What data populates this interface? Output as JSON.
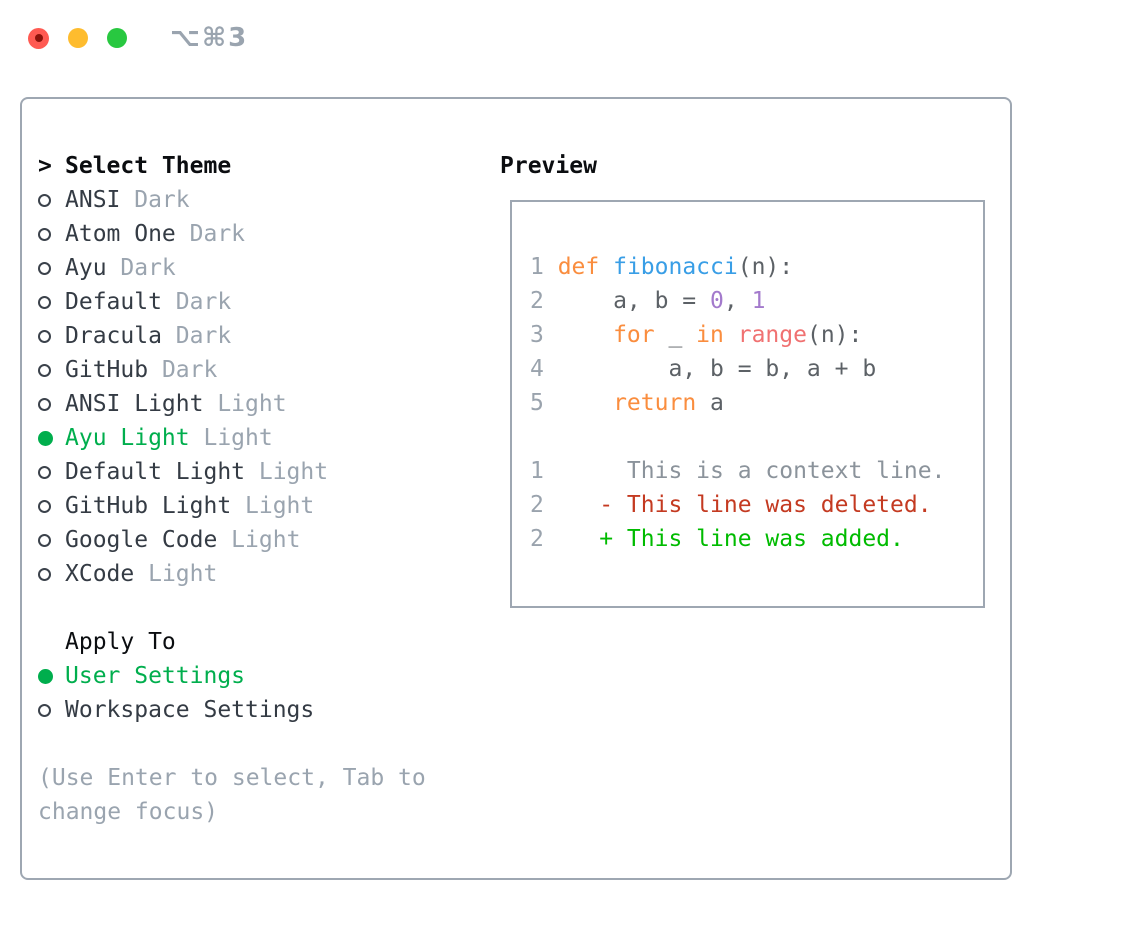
{
  "titlebar": {
    "shortcut": "⌥⌘3"
  },
  "theme_list": {
    "header_prefix": ">",
    "header": "Select Theme",
    "items": [
      {
        "name": "ANSI",
        "variant": "Dark",
        "selected": false
      },
      {
        "name": "Atom One",
        "variant": "Dark",
        "selected": false
      },
      {
        "name": "Ayu",
        "variant": "Dark",
        "selected": false
      },
      {
        "name": "Default",
        "variant": "Dark",
        "selected": false
      },
      {
        "name": "Dracula",
        "variant": "Dark",
        "selected": false
      },
      {
        "name": "GitHub",
        "variant": "Dark",
        "selected": false
      },
      {
        "name": "ANSI Light",
        "variant": "Light",
        "selected": false
      },
      {
        "name": "Ayu Light",
        "variant": "Light",
        "selected": true
      },
      {
        "name": "Default Light",
        "variant": "Light",
        "selected": false
      },
      {
        "name": "GitHub Light",
        "variant": "Light",
        "selected": false
      },
      {
        "name": "Google Code",
        "variant": "Light",
        "selected": false
      },
      {
        "name": "XCode",
        "variant": "Light",
        "selected": false
      }
    ]
  },
  "apply_to": {
    "header": "Apply To",
    "options": [
      {
        "label": "User Settings",
        "selected": true
      },
      {
        "label": "Workspace Settings",
        "selected": false
      }
    ]
  },
  "hint": {
    "line1": "(Use Enter to select, Tab to",
    "line2": "change focus)"
  },
  "preview": {
    "header": "Preview",
    "code_lines": [
      {
        "num": "1",
        "segments": [
          {
            "t": "def",
            "c": "kw"
          },
          {
            "t": " ",
            "c": "plain"
          },
          {
            "t": "fibonacci",
            "c": "fn"
          },
          {
            "t": "(n):",
            "c": "plain"
          }
        ]
      },
      {
        "num": "2",
        "segments": [
          {
            "t": "    a, b = ",
            "c": "plain"
          },
          {
            "t": "0",
            "c": "num"
          },
          {
            "t": ", ",
            "c": "plain"
          },
          {
            "t": "1",
            "c": "num"
          }
        ]
      },
      {
        "num": "3",
        "segments": [
          {
            "t": "    ",
            "c": "plain"
          },
          {
            "t": "for",
            "c": "kw"
          },
          {
            "t": " _ ",
            "c": "plain"
          },
          {
            "t": "in",
            "c": "kw"
          },
          {
            "t": " ",
            "c": "plain"
          },
          {
            "t": "range",
            "c": "call"
          },
          {
            "t": "(n):",
            "c": "plain"
          }
        ]
      },
      {
        "num": "4",
        "segments": [
          {
            "t": "        a, b = b, a + b",
            "c": "plain"
          }
        ]
      },
      {
        "num": "5",
        "segments": [
          {
            "t": "    ",
            "c": "plain"
          },
          {
            "t": "return",
            "c": "kw"
          },
          {
            "t": " a",
            "c": "plain"
          }
        ]
      },
      {
        "num": "",
        "segments": []
      },
      {
        "num": "1",
        "segments": [
          {
            "t": "     This is a context line.",
            "c": "ctx"
          }
        ]
      },
      {
        "num": "2",
        "segments": [
          {
            "t": "   - This line was deleted.",
            "c": "del"
          }
        ]
      },
      {
        "num": "2",
        "segments": [
          {
            "t": "   + This line was added.",
            "c": "add"
          }
        ]
      }
    ]
  },
  "colors": {
    "accent_green": "#00ae4d",
    "text": "#343b44",
    "muted": "#9aa4af",
    "header": "#0b0d10",
    "border": "#9ea7b2",
    "code_plain": "#5c6166",
    "code_keyword": "#fa8d3e",
    "code_function": "#399ee6",
    "code_number": "#a37acc",
    "code_call": "#f07171",
    "line_number": "#9aa3ad",
    "diff_context": "#8b939b",
    "diff_deleted": "#c43a21",
    "diff_added": "#00bb00",
    "traffic_red": "#ff5a52",
    "traffic_red_dot": "#8c130b",
    "traffic_yellow": "#febc2e",
    "traffic_green": "#28c840"
  }
}
